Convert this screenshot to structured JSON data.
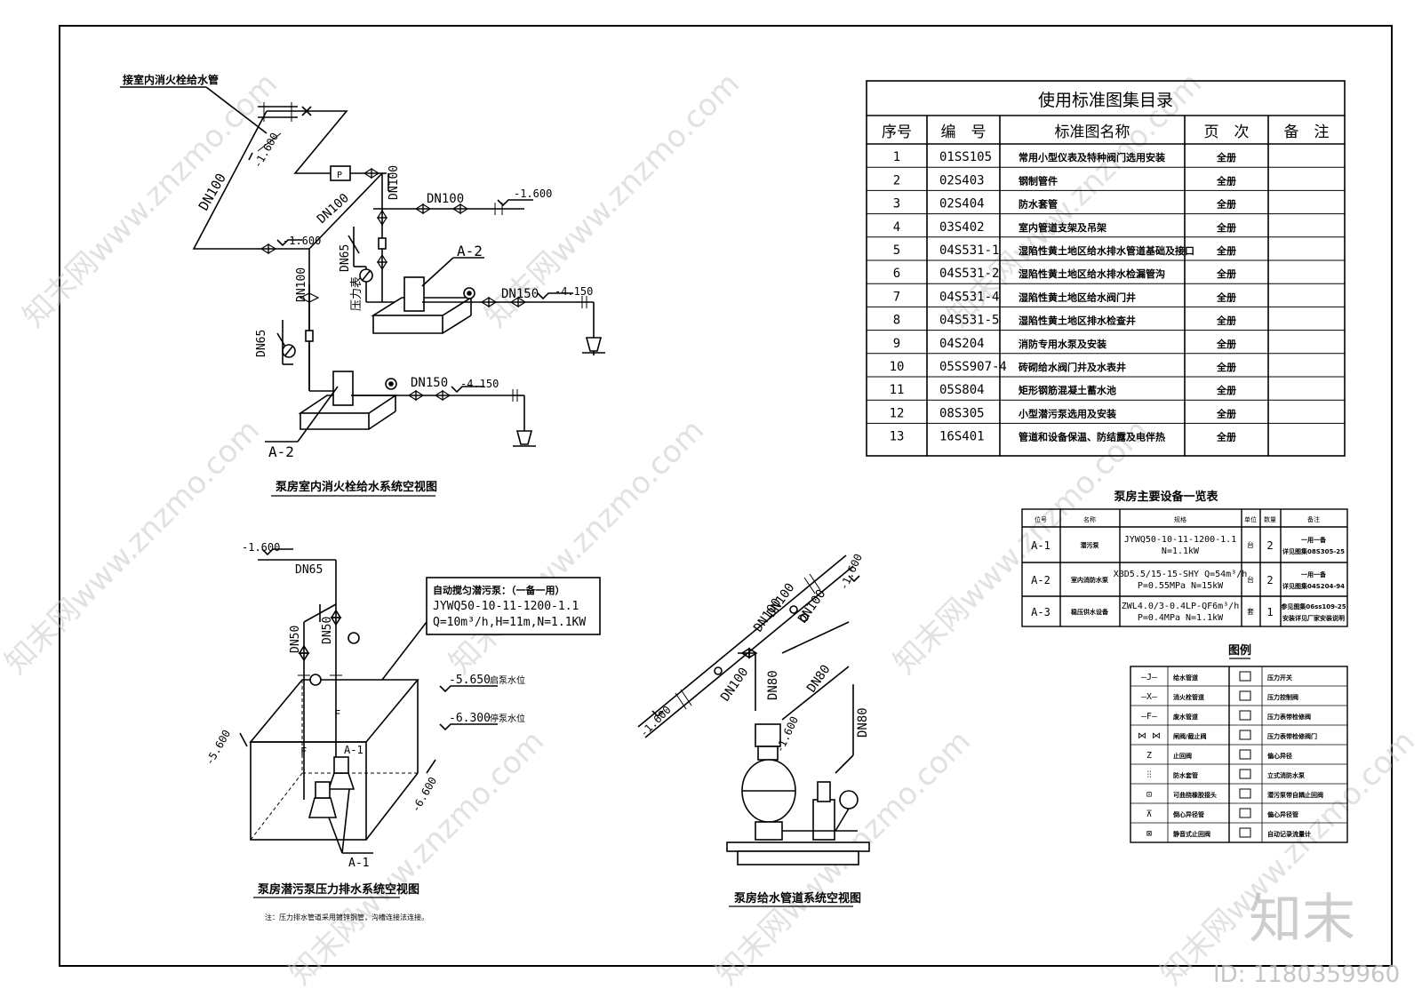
{
  "watermark": {
    "site_text": "知末网www.znzmo.com",
    "logo_text": "知末",
    "id_text": "ID: 1180359960"
  },
  "diagram_hydrant": {
    "label_supply": "接室内消火栓给水管",
    "title": "泵房室内消火栓给水系统空视图",
    "dn100": "DN100",
    "dn65": "DN65",
    "dn150": "DN150",
    "elev_1600": "-1.600",
    "elev_4150": "-4.150",
    "gauge_label": "压力表",
    "pump_tag": "A-2",
    "p_box": "P"
  },
  "diagram_sewage": {
    "title": "泵房潜污泵压力排水系统空视图",
    "note": "注：压力排水管道采用镀锌钢管，沟槽连接法连接。",
    "dn65": "DN65",
    "dn50": "DN50",
    "elev_1600": "-1.600",
    "elev_5600": "-5.600",
    "elev_6600": "-6.600",
    "elev_5650": "-5.650",
    "label_start": "启泵水位",
    "elev_6300": "-6.300",
    "label_stop": "停泵水位",
    "pump_tag": "A-1",
    "callout_line1": "自动搅匀潜污泵：（一备一用）",
    "callout_line2": "JYWQ50-10-11-1200-1.1",
    "callout_line3": "Q=10m³/h,H=11m,N=1.1KW",
    "pipe_f": "F"
  },
  "diagram_supply": {
    "title": "泵房给水管道系统空视图",
    "dn100": "DN100",
    "dn80": "DN80",
    "elev_1600": "-1.600"
  },
  "std_table": {
    "title": "使用标准图集目录",
    "headers": [
      "序号",
      "编　号",
      "标准图名称",
      "页　次",
      "备　注"
    ],
    "rows": [
      [
        "1",
        "01SS105",
        "常用小型仪表及特种阀门选用安装",
        "全册",
        ""
      ],
      [
        "2",
        "02S403",
        "钢制管件",
        "全册",
        ""
      ],
      [
        "3",
        "02S404",
        "防水套管",
        "全册",
        ""
      ],
      [
        "4",
        "03S402",
        "室内管道支架及吊架",
        "全册",
        ""
      ],
      [
        "5",
        "04S531-1",
        "湿陷性黄土地区给水排水管道基础及接口",
        "全册",
        ""
      ],
      [
        "6",
        "04S531-2",
        "湿陷性黄土地区给水排水检漏管沟",
        "全册",
        ""
      ],
      [
        "7",
        "04S531-4",
        "湿陷性黄土地区给水阀门井",
        "全册",
        ""
      ],
      [
        "8",
        "04S531-5",
        "湿陷性黄土地区排水检查井",
        "全册",
        ""
      ],
      [
        "9",
        "04S204",
        "消防专用水泵及安装",
        "全册",
        ""
      ],
      [
        "10",
        "05SS907-4",
        "砖砌给水阀门井及水表井",
        "全册",
        ""
      ],
      [
        "11",
        "05S804",
        "矩形钢筋混凝土蓄水池",
        "全册",
        ""
      ],
      [
        "12",
        "08S305",
        "小型潜污泵选用及安装",
        "全册",
        ""
      ],
      [
        "13",
        "16S401",
        "管道和设备保温、防结露及电伴热",
        "全册",
        ""
      ]
    ]
  },
  "equip_table": {
    "title": "泵房主要设备一览表",
    "headers": [
      "位号",
      "名称",
      "规格",
      "单位",
      "数量",
      "备注"
    ],
    "rows": [
      [
        "A-1",
        "潜污泵",
        "JYWQ50-10-11-1200-1.1",
        "N=1.1kW",
        "台",
        "2",
        "一用一备",
        "详见图集08S305-25"
      ],
      [
        "A-2",
        "室内消防水泵",
        "XBD5.5/15-15-SHY  Q=54m³/h",
        "P=0.55MPa  N=15kW",
        "台",
        "2",
        "一用一备",
        "详见图集04S204-94"
      ],
      [
        "A-3",
        "稳压供水设备",
        "ZWL4.0/3-0.4LP-QF6m³/h",
        "P=0.4MPa  N=1.1kW",
        "套",
        "1",
        "参见图集06ss109-25",
        "安装详见厂家安装说明"
      ]
    ]
  },
  "legend": {
    "title": "图例",
    "items": [
      [
        "—J—",
        "给水管道",
        "压力开关"
      ],
      [
        "—X—",
        "消火栓管道",
        "压力控制阀"
      ],
      [
        "—F—",
        "废水管道",
        "压力表带检修阀"
      ],
      [
        "⋈ ⋈",
        "闸阀/截止阀",
        "压力表带检修阀门"
      ],
      [
        "Z",
        "止回阀",
        "偏心异径"
      ],
      [
        "⫶⫶",
        "防水套管",
        "立式消防水泵"
      ],
      [
        "⊡",
        "可曲挠橡胶接头",
        "潜污泵带自耦止回阀"
      ],
      [
        "⊼",
        "倒心异径管",
        "偏心异径管"
      ],
      [
        "⊠",
        "静音式止回阀",
        "自动记录流量计"
      ]
    ]
  }
}
